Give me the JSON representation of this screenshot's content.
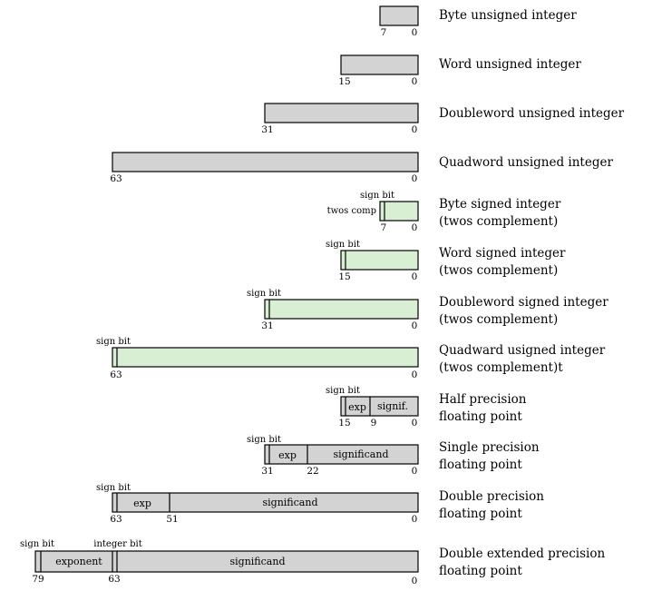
{
  "colors": {
    "unsigned_fill": "#d3d3d3",
    "signed_fill": "#d8efd3",
    "float_fill": "#d3d3d3",
    "stroke": "#000000"
  },
  "rows": [
    {
      "id": "byte-unsigned-integer",
      "kind": "unsigned",
      "bits": 8,
      "fields": [],
      "bit_labels": [
        "7",
        "0"
      ],
      "annotations": [],
      "description": [
        "Byte unsigned integer"
      ]
    },
    {
      "id": "word-unsigned-integer",
      "kind": "unsigned",
      "bits": 16,
      "fields": [],
      "bit_labels": [
        "15",
        "0"
      ],
      "annotations": [],
      "description": [
        "Word unsigned integer"
      ]
    },
    {
      "id": "doubleword-unsigned-integer",
      "kind": "unsigned",
      "bits": 32,
      "fields": [],
      "bit_labels": [
        "31",
        "0"
      ],
      "annotations": [],
      "description": [
        "Doubleword unsigned integer"
      ]
    },
    {
      "id": "quadword-unsigned-integer",
      "kind": "unsigned",
      "bits": 64,
      "fields": [],
      "bit_labels": [
        "63",
        "0"
      ],
      "annotations": [],
      "description": [
        "Quadword unsigned integer"
      ]
    },
    {
      "id": "byte-signed-integer",
      "kind": "signed",
      "bits": 8,
      "fields": [
        {
          "label": "twos comp",
          "position": "outside-left"
        }
      ],
      "bit_labels": [
        "7",
        "0"
      ],
      "annotations": [
        "sign bit"
      ],
      "description": [
        "Byte signed integer",
        "(twos complement)"
      ]
    },
    {
      "id": "word-signed-integer",
      "kind": "signed",
      "bits": 16,
      "fields": [],
      "bit_labels": [
        "15",
        "0"
      ],
      "annotations": [
        "sign bit"
      ],
      "description": [
        "Word signed integer",
        "(twos complement)"
      ]
    },
    {
      "id": "doubleword-signed-integer",
      "kind": "signed",
      "bits": 32,
      "fields": [],
      "bit_labels": [
        "31",
        "0"
      ],
      "annotations": [
        "sign bit"
      ],
      "description": [
        "Doubleword signed integer",
        "(twos complement)"
      ]
    },
    {
      "id": "quadword-signed-integer",
      "kind": "signed",
      "bits": 64,
      "fields": [],
      "bit_labels": [
        "63",
        "0"
      ],
      "annotations": [
        "sign bit"
      ],
      "description": [
        "Quadward usigned integer",
        "(twos complement)t"
      ]
    },
    {
      "id": "half-precision-float",
      "kind": "float",
      "bits": 16,
      "fields": [
        {
          "label": "exp",
          "from_bit": 14,
          "to_bit": 10
        },
        {
          "label": "signif.",
          "from_bit": 9,
          "to_bit": 0
        }
      ],
      "bit_labels": [
        "15",
        "9",
        "0"
      ],
      "annotations": [
        "sign bit"
      ],
      "description": [
        "Half precision",
        "floating point"
      ]
    },
    {
      "id": "single-precision-float",
      "kind": "float",
      "bits": 32,
      "fields": [
        {
          "label": "exp",
          "from_bit": 30,
          "to_bit": 23
        },
        {
          "label": "significand",
          "from_bit": 22,
          "to_bit": 0
        }
      ],
      "bit_labels": [
        "31",
        "22",
        "0"
      ],
      "annotations": [
        "sign bit"
      ],
      "description": [
        "Single precision",
        "floating point"
      ]
    },
    {
      "id": "double-precision-float",
      "kind": "float",
      "bits": 64,
      "fields": [
        {
          "label": "exp",
          "from_bit": 62,
          "to_bit": 52
        },
        {
          "label": "significand",
          "from_bit": 51,
          "to_bit": 0
        }
      ],
      "bit_labels": [
        "63",
        "51",
        "0"
      ],
      "annotations": [
        "sign bit"
      ],
      "description": [
        "Double precision",
        "floating point"
      ]
    },
    {
      "id": "double-extended-precision-float",
      "kind": "float",
      "bits": 80,
      "fields": [
        {
          "label": "exponent",
          "from_bit": 78,
          "to_bit": 64
        },
        {
          "label": "significand",
          "from_bit": 62,
          "to_bit": 0
        }
      ],
      "bit_labels": [
        "79",
        "63",
        "0"
      ],
      "annotations": [
        "sign bit",
        "integer bit"
      ],
      "description": [
        "Double extended precision",
        "floating point"
      ]
    }
  ]
}
